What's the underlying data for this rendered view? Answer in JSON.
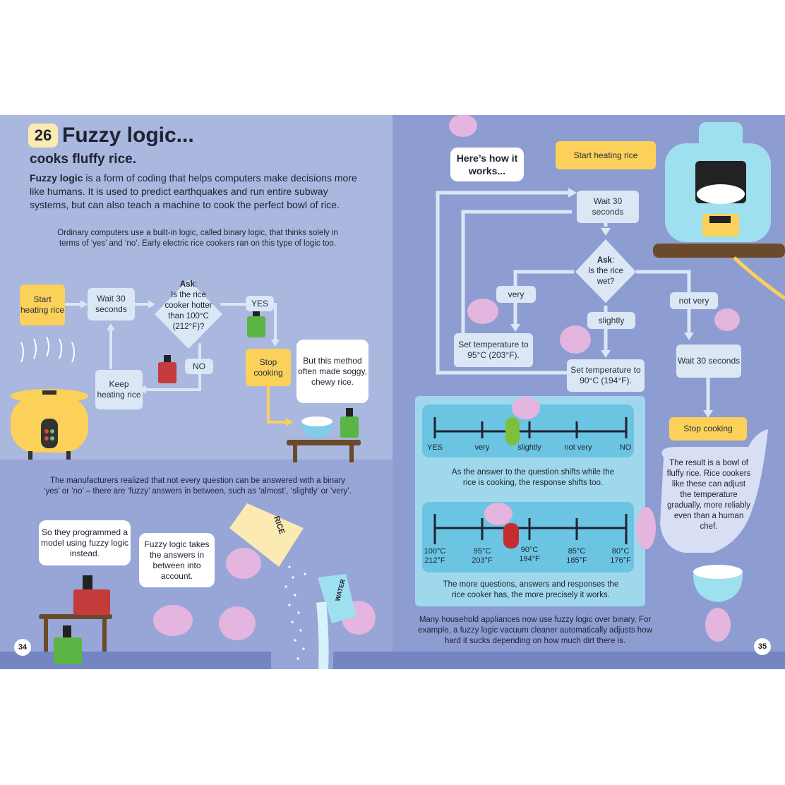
{
  "left": {
    "number": "26",
    "title": "Fuzzy logic...",
    "subtitle": "cooks fluffy rice.",
    "intro_bold": "Fuzzy logic",
    "intro_rest": " is a form of coding that helps computers make decisions more like humans. It is used to predict earthquakes and run entire subway systems, but can also teach a machine to cook the perfect bowl of rice.",
    "note1": "Ordinary computers use a built-in logic, called binary logic, that thinks solely in terms of ‘yes’ and ‘no’. Early electric rice cookers ran on this type of logic too.",
    "flow": {
      "start": "Start heating rice",
      "wait": "Wait 30 seconds",
      "ask_bold": "Ask",
      "ask_text": "Is the rice cooker hotter than 100°C (212°F)?",
      "yes": "YES",
      "no": "NO",
      "stop": "Stop cooking",
      "keep": "Keep heating rice",
      "bubble": "But this method often made soggy, chewy rice."
    },
    "note2": "The manufacturers realized that not every question can be answered with a binary ‘yes’ or ‘no’ – there are ‘fuzzy’ answers in between, such as ‘almost’, ‘slightly’ or ‘very’.",
    "bubble_model": "So they programmed a model using fuzzy logic instead.",
    "bubble_fuzzy": "Fuzzy logic takes the answers in between into account.",
    "rice_label": "RICE",
    "water_label": "WATER",
    "page": "34"
  },
  "right": {
    "bubble_how": "Here’s how it works...",
    "flow": {
      "start": "Start heating rice",
      "wait1": "Wait 30 seconds",
      "ask_bold": "Ask",
      "ask_text": "Is the rice wet?",
      "very": "very",
      "slightly": "slightly",
      "not_very": "not very",
      "set95": "Set temperature to 95°C (203°F).",
      "set90": "Set temperature to 90°C (194°F).",
      "wait2": "Wait 30 seconds",
      "stop": "Stop cooking"
    },
    "scale1": [
      "YES",
      "very",
      "slightly",
      "not very",
      "NO"
    ],
    "scale1_caption": "As the answer to the question shifts while the rice is cooking, the response shifts too.",
    "scale2": [
      {
        "c": "100°C",
        "f": "212°F"
      },
      {
        "c": "95°C",
        "f": "203°F"
      },
      {
        "c": "90°C",
        "f": "194°F"
      },
      {
        "c": "85°C",
        "f": "185°F"
      },
      {
        "c": "80°C",
        "f": "176°F"
      }
    ],
    "scale2_caption": "The more questions, answers and responses the rice cooker has, the more precisely it works.",
    "result": "The result is a bowl of fluffy rice. Rice cookers like these can adjust the temperature gradually, more reliably even than a human chef.",
    "bottom_note": "Many household appliances now use fuzzy logic over binary. For example, a fuzzy logic vacuum cleaner automatically adjusts how hard it sucks depending on how much dirt there is.",
    "page": "35"
  },
  "colors": {
    "left_bg": "#aab7df",
    "right_bg": "#8d9dd2",
    "light_box": "#dbe7f5",
    "yellow_box": "#fcd15a",
    "scale_panel": "#9fd8ec",
    "scale_bar": "#6cc4e3",
    "brain": "#e3b5df"
  }
}
